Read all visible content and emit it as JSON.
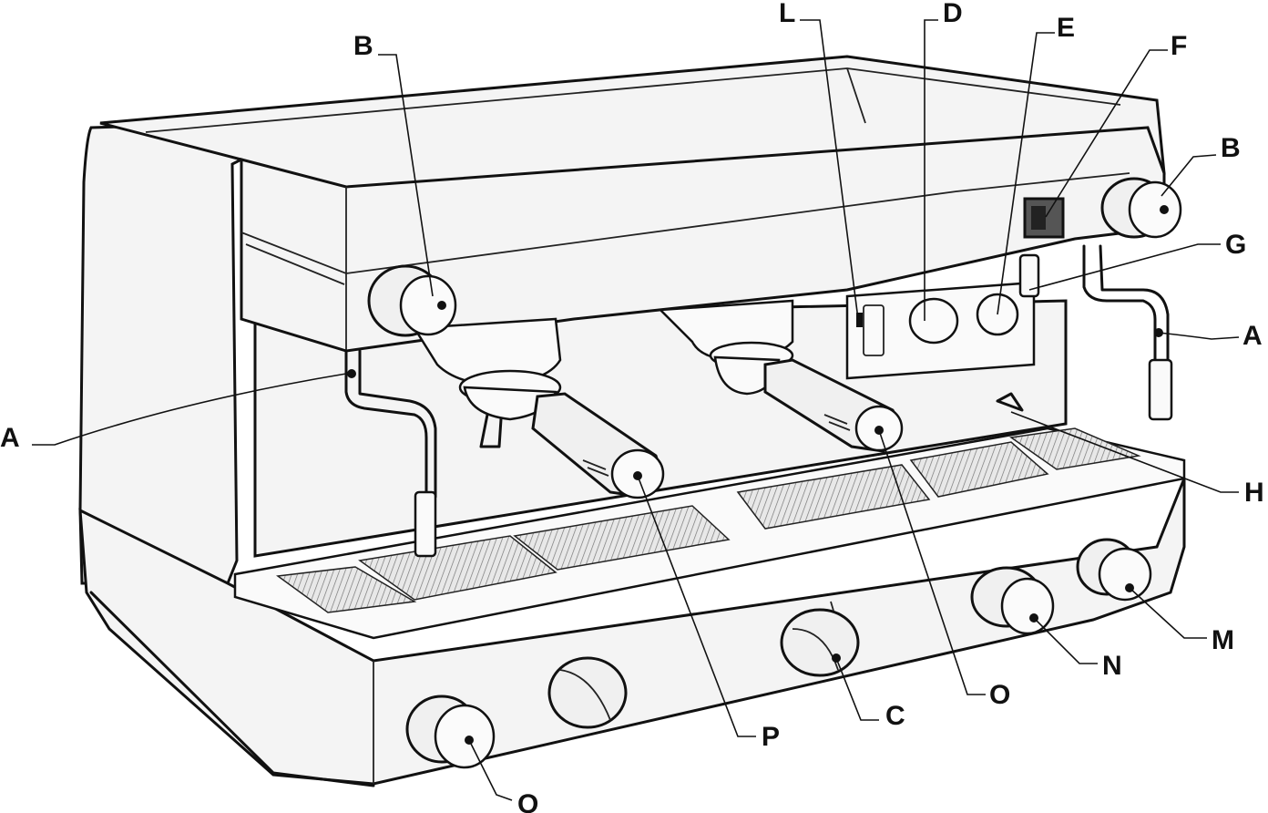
{
  "callouts": {
    "A_left": "A",
    "A_right": "A",
    "B_left": "B",
    "B_right": "B",
    "C": "C",
    "D": "D",
    "E": "E",
    "F": "F",
    "G": "G",
    "H": "H",
    "L": "L",
    "M": "M",
    "N": "N",
    "O_bottom": "O",
    "O_right": "O",
    "P": "P"
  }
}
